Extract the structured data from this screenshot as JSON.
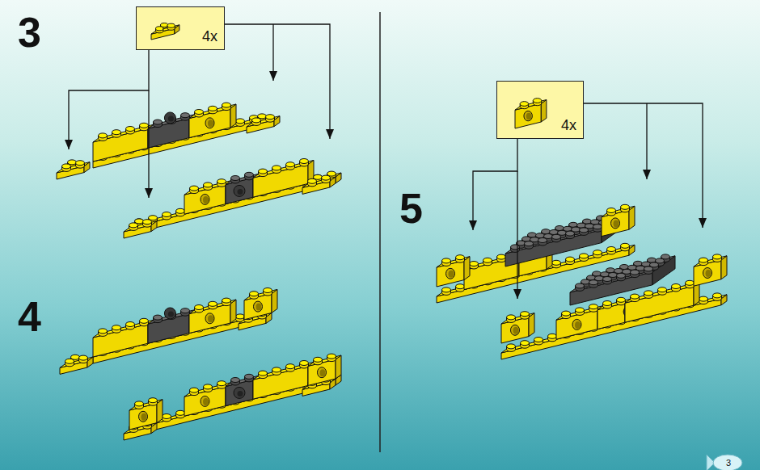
{
  "diagram": {
    "nodes": [
      {
        "text": [
          "4x"
        ]
      },
      {
        "text": [
          "4x"
        ]
      }
    ],
    "labels": [
      "3",
      "4",
      "5",
      "3"
    ]
  }
}
